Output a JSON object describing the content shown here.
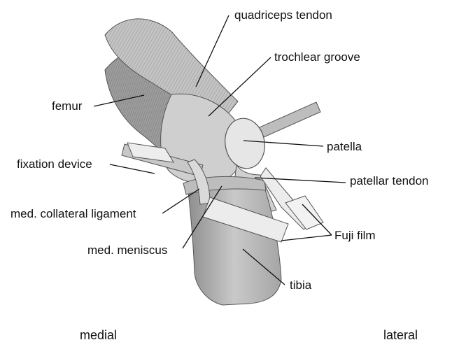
{
  "labels": {
    "quadriceps_tendon": "quadriceps tendon",
    "trochlear_groove": "trochlear groove",
    "femur": "femur",
    "patella": "patella",
    "fixation_device": "fixation device",
    "patellar_tendon": "patellar tendon",
    "med_collateral_ligament": "med. collateral ligament",
    "fuji_film": "Fuji film",
    "med_meniscus": "med. meniscus",
    "tibia": "tibia"
  },
  "orientation": {
    "medial": "medial",
    "lateral": "lateral"
  },
  "colors": {
    "ink": "#111111",
    "bone_dark": "#8c8c8c",
    "bone_mid": "#b5b5b5",
    "bone_light": "#dcdcdc",
    "film": "#ececec",
    "outline": "#555555"
  }
}
